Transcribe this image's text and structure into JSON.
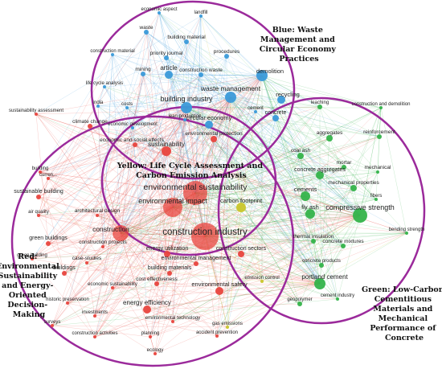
{
  "annotations": {
    "blue": [
      "Blue: Waste",
      "Management and",
      "Circular Economy",
      "Practices"
    ],
    "yellow": [
      "Yellow: Life Cycle Assessment and",
      "Carbon Emission Analysis"
    ],
    "red": [
      "Red:",
      "Environmental",
      "Sustainability",
      "and Energy-",
      "Oriented",
      "Decision-",
      "Making"
    ],
    "green": [
      "Green: Low-Carbon",
      "Cementitious",
      "Materials and",
      "Mechanical",
      "Performance of",
      "Concrete"
    ]
  },
  "colors": {
    "blue": "#3a9ad9",
    "red": "#e8443e",
    "green": "#34b34a",
    "yellow": "#c9c62a",
    "circle": "#9b2a9b"
  },
  "nodes": {
    "blue": [
      {
        "label": "landfill"
      },
      {
        "label": "economic aspect"
      },
      {
        "label": "waste"
      },
      {
        "label": "building material"
      },
      {
        "label": "construction material"
      },
      {
        "label": "priority journal"
      },
      {
        "label": "procedures"
      },
      {
        "label": "mining"
      },
      {
        "label": "article"
      },
      {
        "label": "construction waste"
      },
      {
        "label": "demolition"
      },
      {
        "label": "life cycle analysis"
      },
      {
        "label": "waste management"
      },
      {
        "label": "recycling"
      },
      {
        "label": "india"
      },
      {
        "label": "costs"
      },
      {
        "label": "building industry"
      },
      {
        "label": "cement"
      },
      {
        "label": "concrete"
      },
      {
        "label": "lean production"
      },
      {
        "label": "circular economy"
      },
      {
        "label": "economic development"
      }
    ],
    "red": [
      {
        "label": "sustainability assessment"
      },
      {
        "label": "climate change"
      },
      {
        "label": "economic and social effects"
      },
      {
        "label": "building"
      },
      {
        "label": "curren..."
      },
      {
        "label": "sustainable building"
      },
      {
        "label": "air quality"
      },
      {
        "label": "architectural design"
      },
      {
        "label": "green buildings"
      },
      {
        "label": "construction"
      },
      {
        "label": "green building"
      },
      {
        "label": "case-studies"
      },
      {
        "label": "buildings"
      },
      {
        "label": "construction projects"
      },
      {
        "label": "energy utilization"
      },
      {
        "label": "environmental management"
      },
      {
        "label": "construction sectors"
      },
      {
        "label": "building materials"
      },
      {
        "label": "economic sustainability"
      },
      {
        "label": "cost effectiveness"
      },
      {
        "label": "environmental safety"
      },
      {
        "label": "historic preservation"
      },
      {
        "label": "energy efficiency"
      },
      {
        "label": "investments"
      },
      {
        "label": "surveys"
      },
      {
        "label": "environmental technology"
      },
      {
        "label": "construction activities"
      },
      {
        "label": "planning"
      },
      {
        "label": "accident prevention"
      },
      {
        "label": "ecology"
      },
      {
        "label": "environmental sustainability"
      },
      {
        "label": "environmental impact"
      },
      {
        "label": "construction industry"
      },
      {
        "label": "sustainability"
      },
      {
        "label": "environmental protection"
      }
    ],
    "yellow": [
      {
        "label": "carbon footprint"
      },
      {
        "label": "gas emissions"
      },
      {
        "label": "emission control"
      }
    ],
    "green": [
      {
        "label": "leaching"
      },
      {
        "label": "construction and demolition"
      },
      {
        "label": "aggregates"
      },
      {
        "label": "reinforcement"
      },
      {
        "label": "coal ash"
      },
      {
        "label": "mortar"
      },
      {
        "label": "concrete aggregates"
      },
      {
        "label": "mechanical"
      },
      {
        "label": "mechanical properties"
      },
      {
        "label": "cements"
      },
      {
        "label": "fibers"
      },
      {
        "label": "fly ash"
      },
      {
        "label": "compressive strength"
      },
      {
        "label": "bending strength"
      },
      {
        "label": "thermal insulation"
      },
      {
        "label": "concrete mixtures"
      },
      {
        "label": "concrete products"
      },
      {
        "label": "portland cement"
      },
      {
        "label": "geopolymer"
      },
      {
        "label": "cement industry"
      }
    ]
  }
}
